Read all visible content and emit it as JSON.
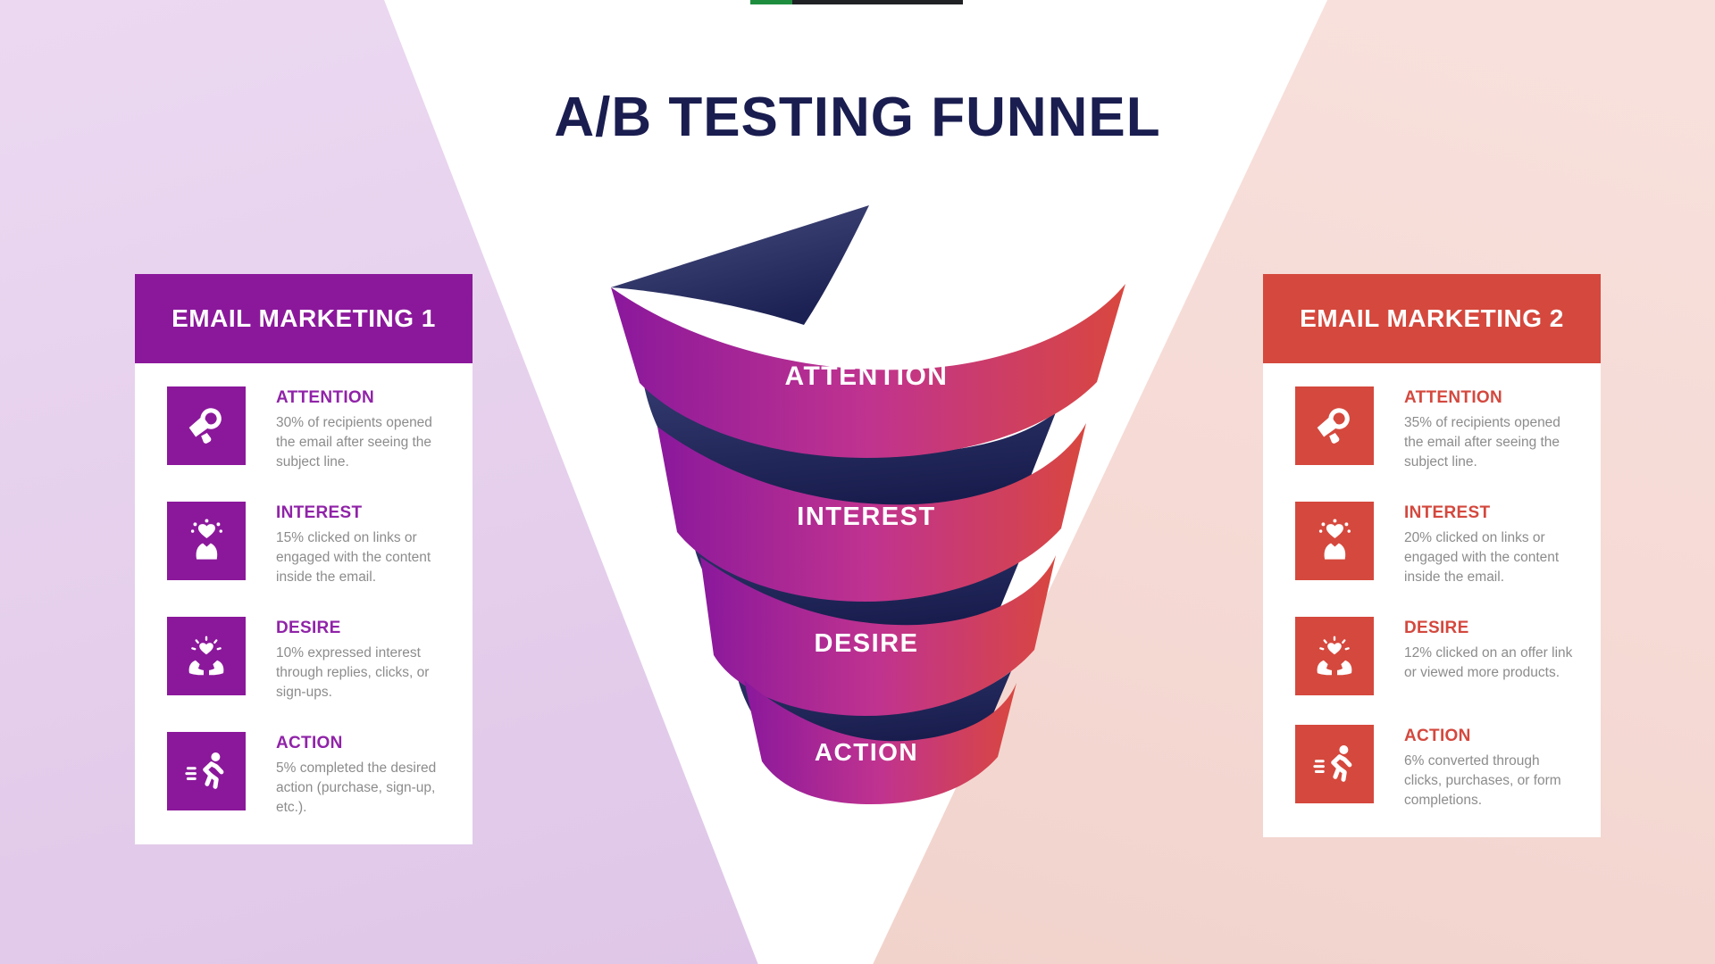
{
  "title": "A/B TESTING FUNNEL",
  "title_color": "#1A1D4F",
  "background": {
    "left_wedge_colors": [
      "#ECD9F1",
      "#DCC2E6"
    ],
    "right_wedge_colors": [
      "#F8E1DD",
      "#EFD0C8"
    ],
    "center": "#FFFFFF"
  },
  "top_bar": {
    "segments": [
      {
        "name": "green-segment",
        "color": "#1E8E3E"
      },
      {
        "name": "dark-segment",
        "color": "#202124"
      }
    ]
  },
  "funnel": {
    "type": "funnel",
    "band_gradient": [
      "#8A189C",
      "#C0338F",
      "#D9473F"
    ],
    "back_color": "#1C2153",
    "stages": [
      {
        "label": "ATTENTION"
      },
      {
        "label": "INTEREST"
      },
      {
        "label": "DESIRE"
      },
      {
        "label": "ACTION"
      }
    ]
  },
  "panels": {
    "left": {
      "header": "EMAIL MARKETING 1",
      "accent": "#8B189B",
      "heading_color": "#9023A8",
      "items": [
        {
          "icon": "megaphone-icon",
          "heading": "ATTENTION",
          "body": "30% of recipients opened the email after seeing the subject line."
        },
        {
          "icon": "heart-in-hand-icon",
          "heading": "INTEREST",
          "body": "15% clicked on links or engaged with the content inside the email."
        },
        {
          "icon": "hands-holding-heart-icon",
          "heading": "DESIRE",
          "body": "10% expressed interest through replies, clicks, or sign-ups."
        },
        {
          "icon": "runner-icon",
          "heading": "ACTION",
          "body": "5% completed the desired action (purchase, sign-up, etc.)."
        }
      ]
    },
    "right": {
      "header": "EMAIL MARKETING 2",
      "accent": "#D5483D",
      "heading_color": "#D4483E",
      "items": [
        {
          "icon": "megaphone-icon",
          "heading": "ATTENTION",
          "body": "35% of recipients opened the email after seeing the subject line."
        },
        {
          "icon": "heart-in-hand-icon",
          "heading": "INTEREST",
          "body": "20% clicked on links or engaged with the content inside the email."
        },
        {
          "icon": "hands-holding-heart-icon",
          "heading": "DESIRE",
          "body": "12% clicked on an offer link or viewed more products."
        },
        {
          "icon": "runner-icon",
          "heading": "ACTION",
          "body": "6% converted through clicks, purchases, or form completions."
        }
      ]
    }
  }
}
